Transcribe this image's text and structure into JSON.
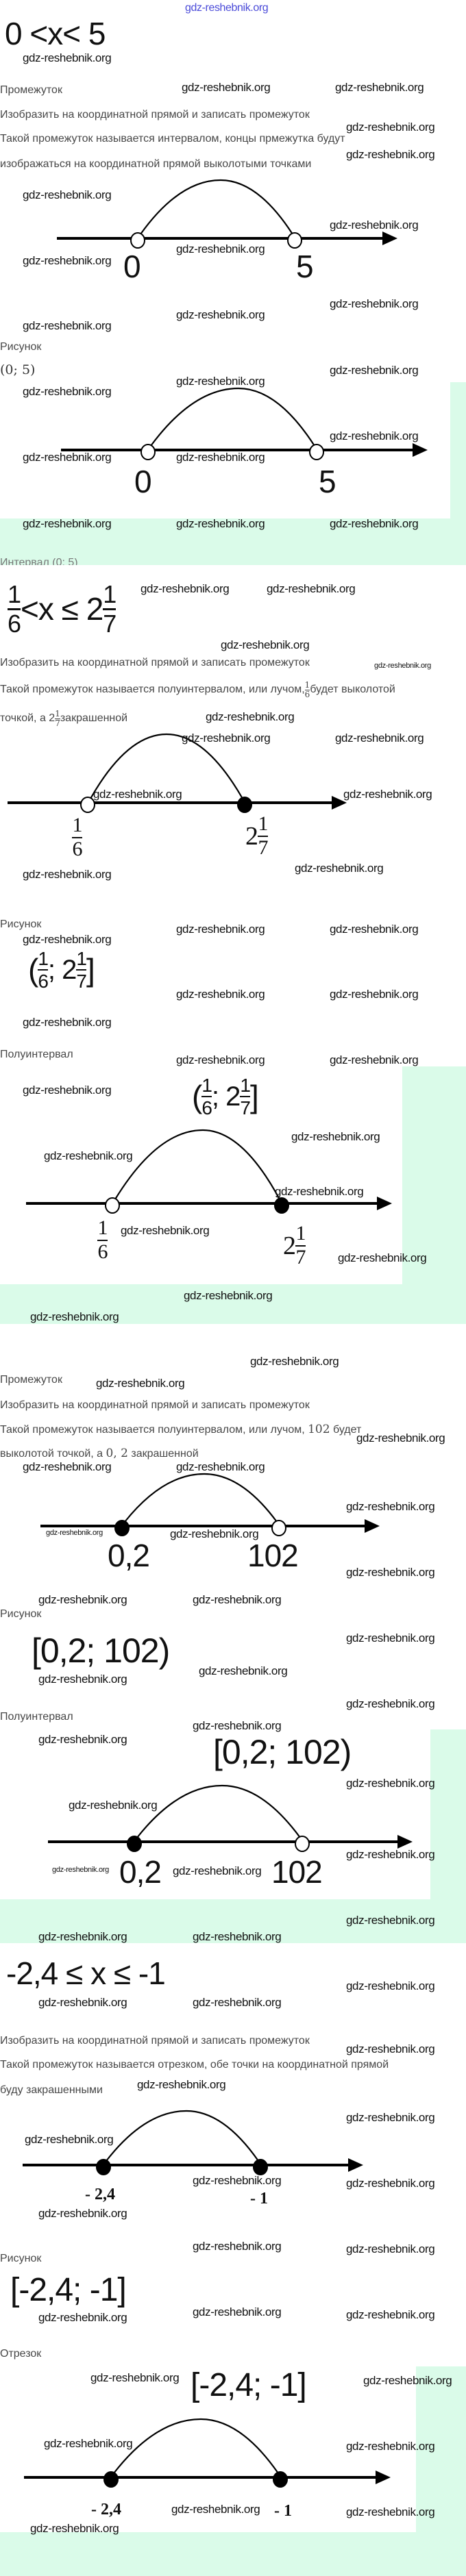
{
  "site": {
    "header_watermark": "gdz-reshebnik.org",
    "watermark": "gdz-reshebnik.org"
  },
  "colors": {
    "mint_background": "#dafbe9",
    "text": "#474747",
    "header_link": "#4a4ad8"
  },
  "sections": [
    {
      "inequality": "0 <x< 5",
      "type_label": "Промежуток",
      "task": "Изобразить на координатной прямой и записать промежуток",
      "explanation_1": "Такой промежуток называется интервалом, концы прмежутка будут",
      "explanation_2": "изображаться на координатной прямой выколотыми точками",
      "diagram": {
        "left": "0",
        "right": "5",
        "left_point": "open",
        "right_point": "open"
      },
      "figure_label": "Рисунок",
      "answer": "(0; 5)",
      "caption": "Интервал (0; 5)"
    },
    {
      "inequality": {
        "left_num": "1",
        "left_den": "6",
        "middle": "<x ≤ 2",
        "right_num": "1",
        "right_den": "7"
      },
      "task": "Изобразить на координатной прямой и записать промежуток",
      "explanation_1a": "Такой промежуток называется полуинтервалом, или лучом, ",
      "explanation_1_num": "1",
      "explanation_1_den": "6",
      "explanation_1b": " будет выколотой",
      "explanation_2a": "точкой, а 2",
      "explanation_2_num": "1",
      "explanation_2_den": "7",
      "explanation_2b": " закрашенной",
      "diagram": {
        "left_num": "1",
        "left_den": "6",
        "right_whole": "2",
        "right_num": "1",
        "right_den": "7",
        "left_point": "open",
        "right_point": "filled"
      },
      "figure_label": "Рисунок",
      "answer": {
        "open": "(",
        "left_num": "1",
        "left_den": "6",
        "sep": "; 2",
        "right_num": "1",
        "right_den": "7",
        "close": "]"
      },
      "caption": "Полуинтервал"
    },
    {
      "type_label": "Промежуток",
      "task": "Изобразить на координатной прямой и записать промежуток",
      "explanation_1a": "Такой промежуток называется полуинтервалом, или лучом, ",
      "explanation_1_value": "102",
      "explanation_1b": " будет",
      "explanation_2a": "выколотой точкой, а ",
      "explanation_2_value": "0, 2",
      "explanation_2b": " закрашенной",
      "diagram": {
        "left": "0,2",
        "right": "102",
        "left_point": "filled",
        "right_point": "open"
      },
      "figure_label": "Рисунок",
      "answer": "[0,2; 102)",
      "caption": "Полуинтервал"
    },
    {
      "inequality": "-2,4 ≤ x ≤ -1",
      "task": "Изобразить на координатной прямой и записать промежуток",
      "explanation_1": "Такой промежуток называется отрезком, обе точки на координатной прямой",
      "explanation_2": "буду закрашенными",
      "diagram": {
        "left": "- 2,4",
        "right": "- 1",
        "left_point": "filled",
        "right_point": "filled"
      },
      "figure_label": "Рисунок",
      "answer": "[-2,4; -1]",
      "caption": "Отрезок"
    }
  ]
}
